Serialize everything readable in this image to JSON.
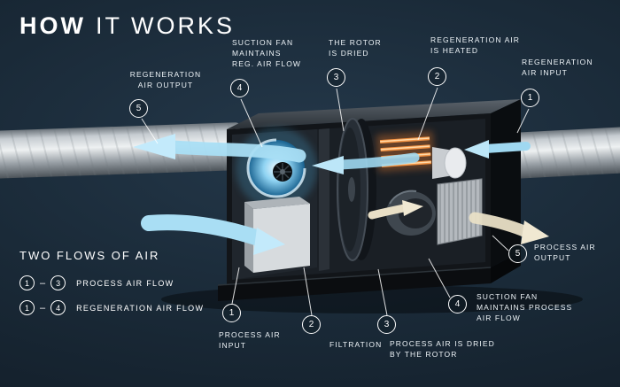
{
  "title": {
    "emphasis": "HOW",
    "rest": "IT WORKS"
  },
  "colors": {
    "background": "#1a2a38",
    "callout_line": "#ffffff",
    "flow_blue": "#a9def4",
    "dried_air_tan": "#e9dfc6",
    "heater_orange": "#f49342"
  },
  "callouts": {
    "top": [
      {
        "num": "5",
        "lines": [
          "REGENERATION",
          "AIR OUTPUT"
        ]
      },
      {
        "num": "4",
        "lines": [
          "SUCTION FAN",
          "MAINTAINS",
          "REG. AIR FLOW"
        ]
      },
      {
        "num": "3",
        "lines": [
          "THE ROTOR",
          "IS DRIED"
        ]
      },
      {
        "num": "2",
        "lines": [
          "REGENERATION AIR",
          "IS HEATED"
        ]
      },
      {
        "num": "1",
        "lines": [
          "REGENERATION",
          "AIR INPUT"
        ]
      }
    ],
    "bottom": [
      {
        "num": "1",
        "lines": [
          "PROCESS AIR",
          "INPUT"
        ]
      },
      {
        "num": "2",
        "lines": [
          "FILTRATION"
        ]
      },
      {
        "num": "3",
        "lines": [
          "PROCESS AIR IS DRIED",
          "BY THE ROTOR"
        ]
      },
      {
        "num": "4",
        "lines": [
          "SUCTION FAN",
          "MAINTAINS PROCESS",
          "AIR FLOW"
        ]
      },
      {
        "num": "5",
        "lines": [
          "PROCESS AIR",
          "OUTPUT"
        ]
      }
    ]
  },
  "legend": {
    "heading": "TWO FLOWS OF AIR",
    "rows": [
      {
        "from": "1",
        "dash": "–",
        "to": "3",
        "label": "PROCESS AIR FLOW"
      },
      {
        "from": "1",
        "dash": "–",
        "to": "4",
        "label": "REGENERATION AIR FLOW"
      }
    ]
  }
}
